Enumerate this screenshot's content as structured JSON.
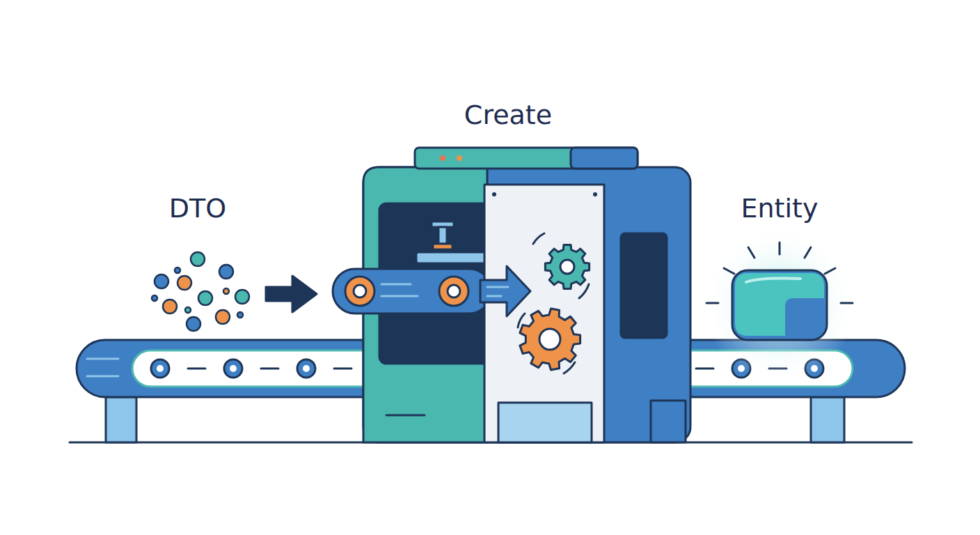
{
  "diagram": {
    "labels": [
      "Create",
      "DTO",
      "Entity"
    ]
  }
}
